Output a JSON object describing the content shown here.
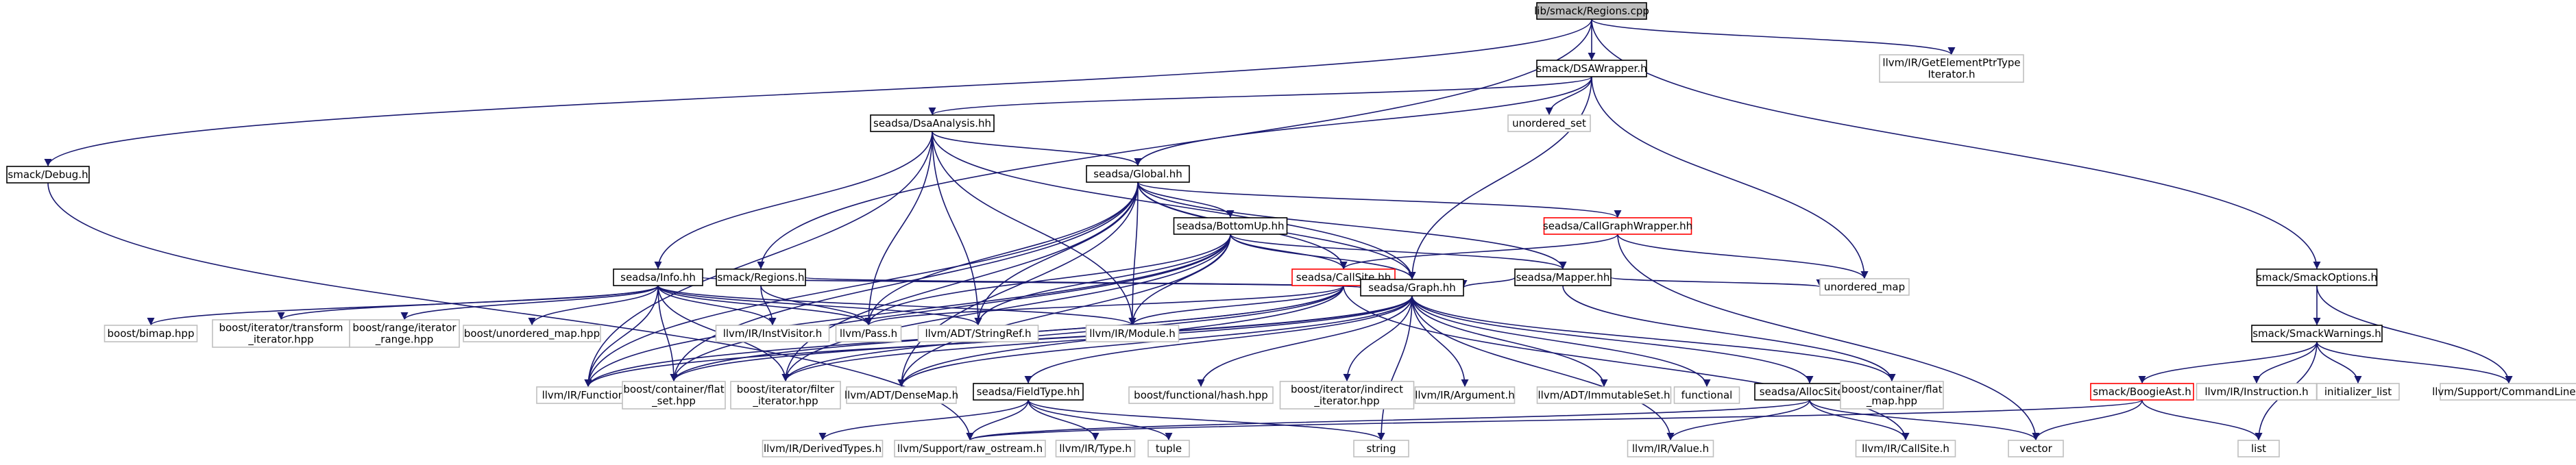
{
  "nodes": [
    {
      "id": "regions_cpp",
      "lines": [
        "lib/smack/Regions.cpp"
      ],
      "style": "root"
    },
    {
      "id": "smack_debug",
      "lines": [
        "smack/Debug.h"
      ],
      "style": "normal"
    },
    {
      "id": "smack_regions_h",
      "lines": [
        "smack/Regions.h"
      ],
      "style": "normal"
    },
    {
      "id": "dsawrapper",
      "lines": [
        "smack/DSAWrapper.h"
      ],
      "style": "normal"
    },
    {
      "id": "gep_type_iter",
      "lines": [
        "llvm/IR/GetElementPtrType",
        "Iterator.h"
      ],
      "style": "leaf"
    },
    {
      "id": "smack_options",
      "lines": [
        "smack/SmackOptions.h"
      ],
      "style": "normal"
    },
    {
      "id": "dsa_analysis",
      "lines": [
        "seadsa/DsaAnalysis.hh"
      ],
      "style": "normal"
    },
    {
      "id": "unordered_set",
      "lines": [
        "unordered_set"
      ],
      "style": "leaf"
    },
    {
      "id": "seadsa_global",
      "lines": [
        "seadsa/Global.hh"
      ],
      "style": "normal"
    },
    {
      "id": "seadsa_bottomup",
      "lines": [
        "seadsa/BottomUp.hh"
      ],
      "style": "normal"
    },
    {
      "id": "seadsa_callgraphwrapper",
      "lines": [
        "seadsa/CallGraphWrapper.hh"
      ],
      "style": "red"
    },
    {
      "id": "seadsa_callsite",
      "lines": [
        "seadsa/CallSite.hh"
      ],
      "style": "red"
    },
    {
      "id": "seadsa_mapper",
      "lines": [
        "seadsa/Mapper.hh"
      ],
      "style": "normal"
    },
    {
      "id": "seadsa_info",
      "lines": [
        "seadsa/Info.hh"
      ],
      "style": "normal"
    },
    {
      "id": "unordered_map",
      "lines": [
        "unordered_map"
      ],
      "style": "leaf"
    },
    {
      "id": "smack_warnings",
      "lines": [
        "smack/SmackWarnings.h"
      ],
      "style": "normal"
    },
    {
      "id": "seadsa_graph",
      "lines": [
        "seadsa/Graph.hh"
      ],
      "style": "normal"
    },
    {
      "id": "boost_bimap",
      "lines": [
        "boost/bimap.hpp"
      ],
      "style": "leaf"
    },
    {
      "id": "boost_transform_iter",
      "lines": [
        "boost/iterator/transform",
        "_iterator.hpp"
      ],
      "style": "leaf"
    },
    {
      "id": "boost_range_iter",
      "lines": [
        "boost/range/iterator",
        "_range.hpp"
      ],
      "style": "leaf"
    },
    {
      "id": "boost_unordered_map",
      "lines": [
        "boost/unordered_map.hpp"
      ],
      "style": "leaf"
    },
    {
      "id": "llvm_instvisitor",
      "lines": [
        "llvm/IR/InstVisitor.h"
      ],
      "style": "leaf"
    },
    {
      "id": "llvm_pass",
      "lines": [
        "llvm/Pass.h"
      ],
      "style": "leaf"
    },
    {
      "id": "llvm_stringref",
      "lines": [
        "llvm/ADT/StringRef.h"
      ],
      "style": "leaf"
    },
    {
      "id": "llvm_module",
      "lines": [
        "llvm/IR/Module.h"
      ],
      "style": "leaf"
    },
    {
      "id": "smack_boogieast",
      "lines": [
        "smack/BoogieAst.h"
      ],
      "style": "red"
    },
    {
      "id": "llvm_instruction",
      "lines": [
        "llvm/IR/Instruction.h"
      ],
      "style": "leaf"
    },
    {
      "id": "initializer_list",
      "lines": [
        "initializer_list"
      ],
      "style": "leaf"
    },
    {
      "id": "llvm_commandline",
      "lines": [
        "llvm/Support/CommandLine.h"
      ],
      "style": "leaf"
    },
    {
      "id": "llvm_function",
      "lines": [
        "llvm/IR/Function.h"
      ],
      "style": "leaf"
    },
    {
      "id": "boost_flat_set",
      "lines": [
        "boost/container/flat",
        "_set.hpp"
      ],
      "style": "leaf"
    },
    {
      "id": "boost_filter_iter",
      "lines": [
        "boost/iterator/filter",
        "_iterator.hpp"
      ],
      "style": "leaf"
    },
    {
      "id": "llvm_densemap",
      "lines": [
        "llvm/ADT/DenseMap.h"
      ],
      "style": "leaf"
    },
    {
      "id": "seadsa_fieldtype",
      "lines": [
        "seadsa/FieldType.hh"
      ],
      "style": "normal"
    },
    {
      "id": "boost_functional_hash",
      "lines": [
        "boost/functional/hash.hpp"
      ],
      "style": "leaf"
    },
    {
      "id": "boost_indirect_iter",
      "lines": [
        "boost/iterator/indirect",
        "_iterator.hpp"
      ],
      "style": "leaf"
    },
    {
      "id": "llvm_argument",
      "lines": [
        "llvm/IR/Argument.h"
      ],
      "style": "leaf"
    },
    {
      "id": "llvm_immutableset",
      "lines": [
        "llvm/ADT/ImmutableSet.h"
      ],
      "style": "leaf"
    },
    {
      "id": "functional",
      "lines": [
        "functional"
      ],
      "style": "leaf"
    },
    {
      "id": "seadsa_allocsite",
      "lines": [
        "seadsa/AllocSite.hh"
      ],
      "style": "normal"
    },
    {
      "id": "boost_flat_map",
      "lines": [
        "boost/container/flat",
        "_map.hpp"
      ],
      "style": "leaf"
    },
    {
      "id": "llvm_derivedtypes",
      "lines": [
        "llvm/IR/DerivedTypes.h"
      ],
      "style": "leaf"
    },
    {
      "id": "llvm_raw_ostream",
      "lines": [
        "llvm/Support/raw_ostream.h"
      ],
      "style": "leaf"
    },
    {
      "id": "llvm_type",
      "lines": [
        "llvm/IR/Type.h"
      ],
      "style": "leaf"
    },
    {
      "id": "tuple",
      "lines": [
        "tuple"
      ],
      "style": "leaf"
    },
    {
      "id": "string",
      "lines": [
        "string"
      ],
      "style": "leaf"
    },
    {
      "id": "llvm_value",
      "lines": [
        "llvm/IR/Value.h"
      ],
      "style": "leaf"
    },
    {
      "id": "llvm_callsite",
      "lines": [
        "llvm/IR/CallSite.h"
      ],
      "style": "leaf"
    },
    {
      "id": "vector",
      "lines": [
        "vector"
      ],
      "style": "leaf"
    },
    {
      "id": "list",
      "lines": [
        "list"
      ],
      "style": "leaf"
    }
  ],
  "edges": [
    [
      "regions_cpp",
      "smack_debug"
    ],
    [
      "regions_cpp",
      "smack_regions_h"
    ],
    [
      "regions_cpp",
      "dsawrapper"
    ],
    [
      "regions_cpp",
      "gep_type_iter"
    ],
    [
      "regions_cpp",
      "smack_options"
    ],
    [
      "smack_debug",
      "llvm_raw_ostream"
    ],
    [
      "smack_regions_h",
      "llvm_pass"
    ],
    [
      "smack_regions_h",
      "llvm_instvisitor"
    ],
    [
      "smack_regions_h",
      "seadsa_graph"
    ],
    [
      "dsawrapper",
      "dsa_analysis"
    ],
    [
      "dsawrapper",
      "unordered_set"
    ],
    [
      "dsawrapper",
      "seadsa_global"
    ],
    [
      "dsawrapper",
      "seadsa_graph"
    ],
    [
      "dsawrapper",
      "unordered_map"
    ],
    [
      "dsa_analysis",
      "seadsa_global"
    ],
    [
      "dsa_analysis",
      "seadsa_info"
    ],
    [
      "dsa_analysis",
      "seadsa_graph"
    ],
    [
      "dsa_analysis",
      "llvm_pass"
    ],
    [
      "dsa_analysis",
      "llvm_stringref"
    ],
    [
      "dsa_analysis",
      "llvm_module"
    ],
    [
      "dsa_analysis",
      "llvm_function"
    ],
    [
      "seadsa_global",
      "seadsa_bottomup"
    ],
    [
      "seadsa_global",
      "seadsa_callgraphwrapper"
    ],
    [
      "seadsa_global",
      "seadsa_callsite"
    ],
    [
      "seadsa_global",
      "seadsa_mapper"
    ],
    [
      "seadsa_global",
      "seadsa_graph"
    ],
    [
      "seadsa_global",
      "llvm_pass"
    ],
    [
      "seadsa_global",
      "llvm_stringref"
    ],
    [
      "seadsa_global",
      "llvm_module"
    ],
    [
      "seadsa_global",
      "llvm_function"
    ],
    [
      "seadsa_global",
      "boost_flat_set"
    ],
    [
      "seadsa_global",
      "boost_filter_iter"
    ],
    [
      "seadsa_global",
      "llvm_densemap"
    ],
    [
      "seadsa_bottomup",
      "seadsa_callsite"
    ],
    [
      "seadsa_bottomup",
      "seadsa_mapper"
    ],
    [
      "seadsa_bottomup",
      "seadsa_graph"
    ],
    [
      "seadsa_bottomup",
      "llvm_pass"
    ],
    [
      "seadsa_bottomup",
      "llvm_stringref"
    ],
    [
      "seadsa_bottomup",
      "llvm_module"
    ],
    [
      "seadsa_bottomup",
      "llvm_function"
    ],
    [
      "seadsa_bottomup",
      "boost_flat_set"
    ],
    [
      "seadsa_bottomup",
      "boost_filter_iter"
    ],
    [
      "seadsa_bottomup",
      "llvm_densemap"
    ],
    [
      "seadsa_callgraphwrapper",
      "seadsa_callsite"
    ],
    [
      "seadsa_callgraphwrapper",
      "unordered_map"
    ],
    [
      "seadsa_callgraphwrapper",
      "vector"
    ],
    [
      "seadsa_callsite",
      "seadsa_graph"
    ],
    [
      "seadsa_callsite",
      "llvm_pass"
    ],
    [
      "seadsa_callsite",
      "llvm_module"
    ],
    [
      "seadsa_callsite",
      "llvm_function"
    ],
    [
      "seadsa_callsite",
      "llvm_callsite"
    ],
    [
      "seadsa_callsite",
      "boost_flat_set"
    ],
    [
      "seadsa_callsite",
      "boost_filter_iter"
    ],
    [
      "seadsa_callsite",
      "llvm_densemap"
    ],
    [
      "seadsa_mapper",
      "seadsa_graph"
    ],
    [
      "seadsa_mapper",
      "unordered_map"
    ],
    [
      "seadsa_mapper",
      "boost_flat_map"
    ],
    [
      "seadsa_info",
      "boost_bimap"
    ],
    [
      "seadsa_info",
      "boost_transform_iter"
    ],
    [
      "seadsa_info",
      "boost_range_iter"
    ],
    [
      "seadsa_info",
      "boost_unordered_map"
    ],
    [
      "seadsa_info",
      "llvm_instvisitor"
    ],
    [
      "seadsa_info",
      "llvm_pass"
    ],
    [
      "seadsa_info",
      "llvm_stringref"
    ],
    [
      "seadsa_info",
      "llvm_module"
    ],
    [
      "seadsa_info",
      "seadsa_graph"
    ],
    [
      "seadsa_info",
      "llvm_function"
    ],
    [
      "seadsa_info",
      "boost_flat_set"
    ],
    [
      "seadsa_info",
      "boost_filter_iter"
    ],
    [
      "smack_options",
      "smack_warnings"
    ],
    [
      "smack_options",
      "llvm_commandline"
    ],
    [
      "smack_warnings",
      "smack_boogieast"
    ],
    [
      "smack_warnings",
      "llvm_instruction"
    ],
    [
      "smack_warnings",
      "initializer_list"
    ],
    [
      "smack_warnings",
      "llvm_commandline"
    ],
    [
      "smack_warnings",
      "list"
    ],
    [
      "smack_boogieast",
      "llvm_raw_ostream"
    ],
    [
      "smack_boogieast",
      "list"
    ],
    [
      "smack_boogieast",
      "vector"
    ],
    [
      "seadsa_graph",
      "llvm_function"
    ],
    [
      "seadsa_graph",
      "boost_flat_set"
    ],
    [
      "seadsa_graph",
      "boost_filter_iter"
    ],
    [
      "seadsa_graph",
      "llvm_densemap"
    ],
    [
      "seadsa_graph",
      "seadsa_fieldtype"
    ],
    [
      "seadsa_graph",
      "boost_functional_hash"
    ],
    [
      "seadsa_graph",
      "boost_indirect_iter"
    ],
    [
      "seadsa_graph",
      "llvm_argument"
    ],
    [
      "seadsa_graph",
      "llvm_immutableset"
    ],
    [
      "seadsa_graph",
      "functional"
    ],
    [
      "seadsa_graph",
      "seadsa_allocsite"
    ],
    [
      "seadsa_graph",
      "boost_flat_map"
    ],
    [
      "seadsa_graph",
      "string"
    ],
    [
      "seadsa_graph",
      "llvm_value"
    ],
    [
      "seadsa_fieldtype",
      "llvm_derivedtypes"
    ],
    [
      "seadsa_fieldtype",
      "llvm_raw_ostream"
    ],
    [
      "seadsa_fieldtype",
      "llvm_type"
    ],
    [
      "seadsa_fieldtype",
      "tuple"
    ],
    [
      "seadsa_fieldtype",
      "string"
    ],
    [
      "seadsa_allocsite",
      "llvm_raw_ostream"
    ],
    [
      "seadsa_allocsite",
      "llvm_value"
    ],
    [
      "seadsa_allocsite",
      "llvm_callsite"
    ],
    [
      "seadsa_allocsite",
      "vector"
    ]
  ],
  "colors": {
    "edge": "#191970",
    "root_fill": "#bfbfbf",
    "normal_border": "#000000",
    "red_border": "#ff0000",
    "leaf_border": "#bfbfbf",
    "leaf_text": "#404040"
  }
}
